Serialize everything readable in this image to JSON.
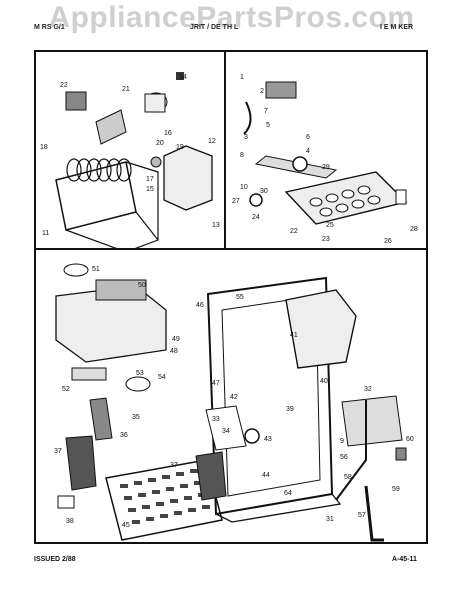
{
  "watermark": "AppliancePartsPros.com",
  "header": {
    "left": "M  RS  G/1",
    "center": "JRIT  /  DE  TH  L",
    "right": "I  E  M  KER"
  },
  "top_left_parts": [
    "14",
    "22",
    "21",
    "16",
    "20",
    "18",
    "17",
    "15",
    "19",
    "12",
    "11",
    "13"
  ],
  "top_right_parts": [
    "1",
    "2",
    "7",
    "5",
    "3",
    "6",
    "4",
    "8",
    "29",
    "10",
    "30",
    "27",
    "24",
    "25",
    "23",
    "22",
    "28",
    "26"
  ],
  "bottom_parts": [
    "51",
    "50",
    "46",
    "55",
    "49",
    "48",
    "53",
    "54",
    "52",
    "35",
    "36",
    "37",
    "38",
    "45",
    "47",
    "41",
    "40",
    "42",
    "39",
    "33",
    "34",
    "43",
    "37",
    "44",
    "64",
    "31",
    "32",
    "60",
    "9",
    "56",
    "58",
    "59",
    "57"
  ],
  "footer": {
    "issued": "ISSUED 2/88",
    "code": "A-45-11"
  }
}
